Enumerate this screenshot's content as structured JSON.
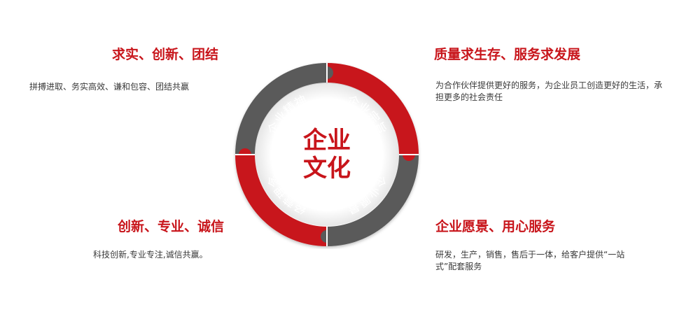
{
  "center": {
    "line1": "企业",
    "line2": "文化"
  },
  "ring": {
    "segments": [
      {
        "label": "企业精神",
        "color": "#5a5a5a"
      },
      {
        "label": "企业宗旨",
        "color": "#c8151b"
      },
      {
        "label": "企业愿景",
        "color": "#5a5a5a"
      },
      {
        "label": "经营理念",
        "color": "#c8151b"
      }
    ]
  },
  "blocks": {
    "top_left": {
      "title": "求实、创新、团结",
      "desc": "拼搏进取、务实高效、谦和包容、团结共赢"
    },
    "top_right": {
      "title": "质量求生存、服务求发展",
      "desc": "为合作伙伴提供更好的服务，为企业员工创造更好的生活，承担更多的社会责任"
    },
    "bottom_left": {
      "title": "创新、专业、诚信",
      "desc": "科技创新,专业专注,诚信共赢。"
    },
    "bottom_right": {
      "title": "企业愿景、用心服务",
      "desc": "研发，生产，销售，售后于一体，给客户提供“一站式”配套服务"
    }
  },
  "colors": {
    "accent": "#c8151b",
    "gray": "#5a5a5a",
    "text": "#3a3a3a"
  }
}
